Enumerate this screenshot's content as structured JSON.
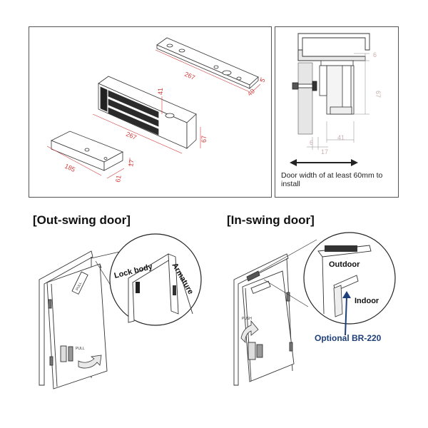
{
  "top_left": {
    "dims": {
      "plate_length": "267",
      "plate_width": "40",
      "plate_thickness": "5",
      "body_length": "267",
      "body_width": "41",
      "body_height": "67",
      "armature_length": "185",
      "armature_width": "61",
      "armature_thickness": "17"
    }
  },
  "top_right": {
    "dims": {
      "d6_top": "6",
      "d67": "67",
      "d6_bottom": "6",
      "d17": "17",
      "d41": "41"
    },
    "note": "Door width of at least 60mm to install"
  },
  "bottom_left": {
    "heading": "[Out-swing door]",
    "callout_label_1": "Lock body",
    "callout_label_2": "Armature",
    "door_sign": "PULL",
    "door_small": "PULL"
  },
  "bottom_right": {
    "heading": "[In-swing door]",
    "callout_label_1": "Outdoor",
    "callout_label_2": "Indoor",
    "option_label": "Optional BR-220",
    "door_small": "PUSH"
  },
  "colors": {
    "dimension": "#d23b3b",
    "line": "#333333",
    "option_text": "#1e3f7a"
  }
}
